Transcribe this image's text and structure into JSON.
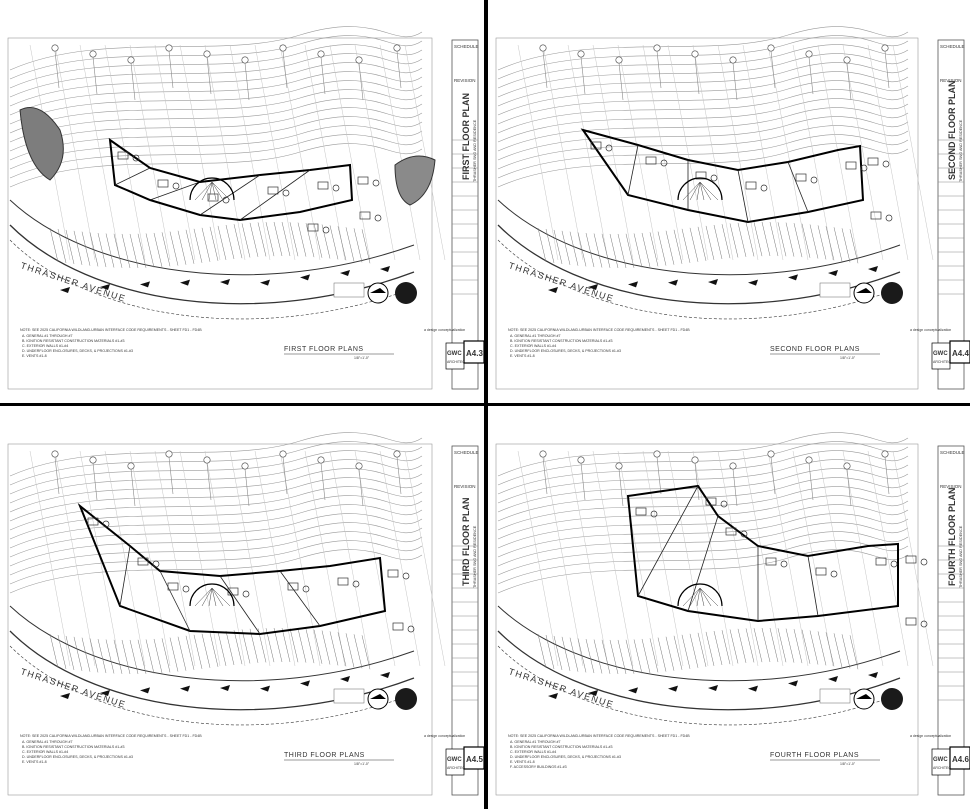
{
  "sheets": [
    {
      "title_block": "FIRST FLOOR PLAN",
      "project_line_1": "THRASHER SNG AND RESIDENCE",
      "street": "THRASHER AVENUE",
      "plan_title": "FIRST FLOOR PLANS",
      "sheet_number": "A4.3",
      "firm": "GWC design",
      "firm_sub": "ARCHITECTS",
      "credit": "a design conceptualization",
      "notes_title": "NOTE: SEE 2025 CALIFORNIA WILDLAND-URBAN INTERFACE CODE REQUIREMENTS - SHEET FD1 - FD4B",
      "notes": [
        "A. GENERAL #1 THROUGH #7",
        "B. IGNITION RESISTANT CONSTRUCTION MATERIALS #1-#3",
        "C. EXTERIOR WALLS #1-#4",
        "D. UNDERFLOOR ENCLOSURES, DECKS, & PROJECTIONS #1-#3",
        "E. VENTS #1-8"
      ],
      "scale": "1/8\"=1'-0\"",
      "schedule": "SCHEDULE",
      "revision": "REVISION"
    },
    {
      "title_block": "SECOND FLOOR PLAN",
      "project_line_1": "THRASHER SNG AND RESIDENCE",
      "street": "THRASHER AVENUE",
      "plan_title": "SECOND FLOOR PLANS",
      "sheet_number": "A4.4",
      "firm": "GWC design",
      "firm_sub": "ARCHITECTS",
      "credit": "a design conceptualization",
      "notes_title": "NOTE: SEE 2025 CALIFORNIA WILDLAND-URBAN INTERFACE CODE REQUIREMENTS - SHEET FD1 - FD4B",
      "notes": [
        "A. GENERAL #1 THROUGH #7",
        "B. IGNITION RESISTANT CONSTRUCTION MATERIALS #1-#3",
        "C. EXTERIOR WALLS #1-#4",
        "D. UNDERFLOOR ENCLOSURES, DECKS, & PROJECTIONS #1-#3",
        "E. VENTS #1-8"
      ],
      "scale": "1/8\"=1'-0\"",
      "schedule": "SCHEDULE",
      "revision": "REVISION"
    },
    {
      "title_block": "THIRD FLOOR PLAN",
      "project_line_1": "THRASHER SNG AND RESIDENCE",
      "street": "THRASHER AVENUE",
      "plan_title": "THIRD FLOOR PLANS",
      "sheet_number": "A4.5",
      "firm": "GWC design",
      "firm_sub": "ARCHITECTS",
      "credit": "a design conceptualization",
      "notes_title": "NOTE: SEE 2025 CALIFORNIA WILDLAND-URBAN INTERFACE CODE REQUIREMENTS - SHEET FD1 - FD4B",
      "notes": [
        "A. GENERAL #1 THROUGH #7",
        "B. IGNITION RESISTANT CONSTRUCTION MATERIALS #1-#3",
        "C. EXTERIOR WALLS #1-#4",
        "D. UNDERFLOOR ENCLOSURES, DECKS, & PROJECTIONS #1-#3",
        "E. VENTS #1-8"
      ],
      "scale": "1/8\"=1'-0\"",
      "schedule": "SCHEDULE",
      "revision": "REVISION"
    },
    {
      "title_block": "FOURTH FLOOR PLAN",
      "project_line_1": "THRASHER SNG AND RESIDENCE",
      "street": "THRASHER AVENUE",
      "plan_title": "FOURTH FLOOR PLANS",
      "sheet_number": "A4.6",
      "firm": "GWC design",
      "firm_sub": "ARCHITECTS",
      "credit": "a design conceptualization",
      "notes_title": "NOTE: SEE 2025 CALIFORNIA WILDLAND-URBAN INTERFACE CODE REQUIREMENTS - SHEET FD1 - FD4B",
      "notes": [
        "A. GENERAL #1 THROUGH #7",
        "B. IGNITION RESISTANT CONSTRUCTION MATERIALS #1-#3",
        "C. EXTERIOR WALLS #1-#4",
        "D. UNDERFLOOR ENCLOSURES, DECKS, & PROJECTIONS #1-#3",
        "E. VENTS #1-8",
        "F. ACCESSORY BUILDINGS #1-#3"
      ],
      "scale": "1/8\"=1'-0\"",
      "schedule": "SCHEDULE",
      "revision": "REVISION"
    }
  ]
}
